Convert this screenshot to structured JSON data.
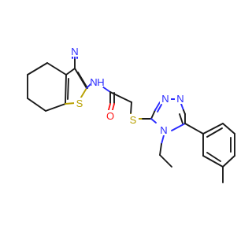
{
  "atoms": {
    "cyano_c": "C",
    "cyano_n": "N",
    "amide_n": "N",
    "amide_h": "H",
    "thiophene_s": "S",
    "carbonyl_o": "O",
    "thioether_s": "S",
    "triazole_n1": "N",
    "triazole_n2": "N",
    "triazole_n4": "N"
  },
  "colors": {
    "carbon": "#1a1a1a",
    "nitrogen": "#2a2aff",
    "sulfur": "#b8a000",
    "oxygen": "#ff1a1a"
  }
}
